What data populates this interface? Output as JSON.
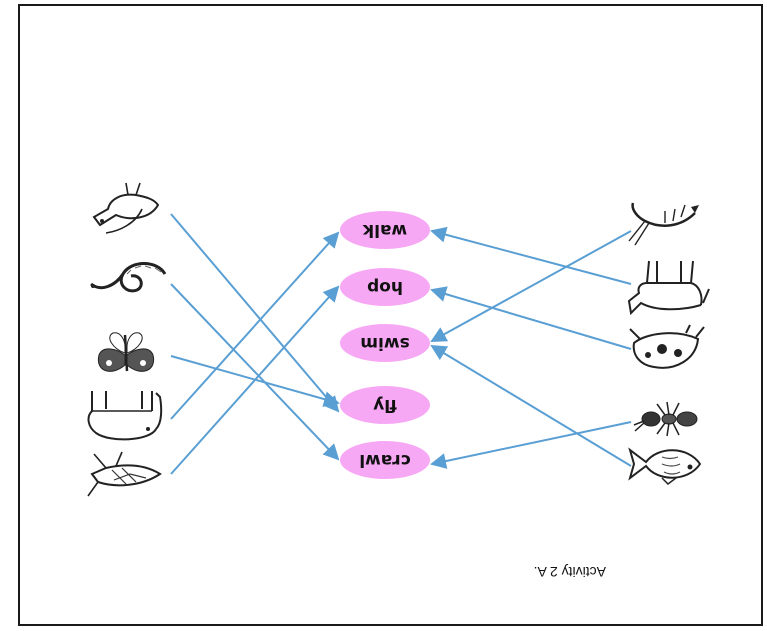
{
  "activity_label": "Activity 2 A.",
  "movements": [
    "walk",
    "hop",
    "swim",
    "fly",
    "crawl"
  ],
  "animals": [
    {
      "name": "fish",
      "moves": "swim"
    },
    {
      "name": "ant",
      "moves": "crawl"
    },
    {
      "name": "frog",
      "moves": "hop"
    },
    {
      "name": "horse",
      "moves": "walk"
    },
    {
      "name": "prawn",
      "moves": "swim"
    },
    {
      "name": "grasshopper",
      "moves": "hop"
    },
    {
      "name": "elephant",
      "moves": "walk"
    },
    {
      "name": "butterfly",
      "moves": "fly"
    },
    {
      "name": "snake",
      "moves": "crawl"
    },
    {
      "name": "bird",
      "moves": "fly"
    }
  ],
  "colors": {
    "oval_fill": "#f7a8f5",
    "arrow": "#5a9fd4",
    "border": "#1a1a1a"
  }
}
